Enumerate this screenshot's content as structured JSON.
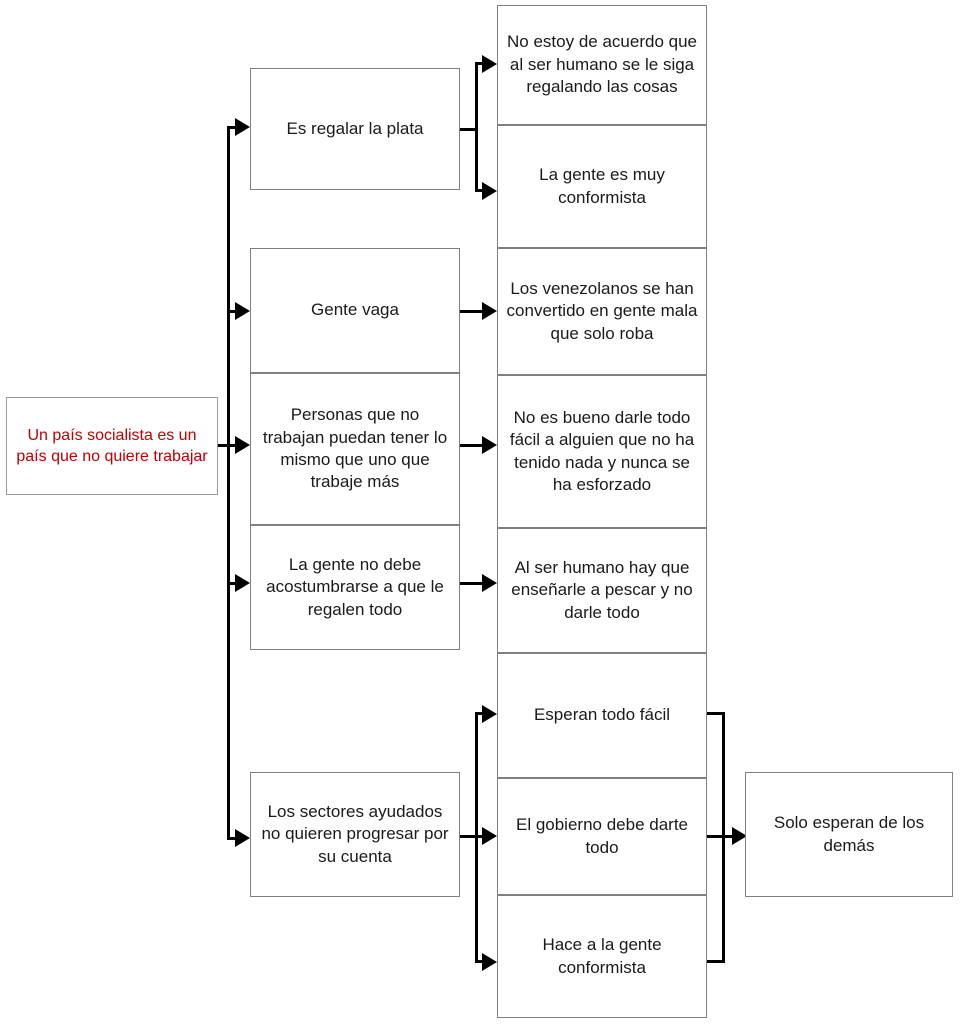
{
  "diagram": {
    "title": "Un país socialista es un país que no quiere trabajar",
    "colors": {
      "root_text": "#c00000",
      "node_text": "#1a1a1a",
      "node_border": "#808080",
      "connector": "#000000",
      "background": "#ffffff"
    },
    "root": {
      "label": "Un país socialista es un país que no quiere trabajar"
    },
    "level2": [
      {
        "id": "l2-1",
        "label": "Es regalar la plata"
      },
      {
        "id": "l2-2",
        "label": "Gente vaga"
      },
      {
        "id": "l2-3",
        "label": "Personas que no trabajan puedan tener lo mismo que uno que trabaje más"
      },
      {
        "id": "l2-4",
        "label": "La gente no debe acostumbrarse a que le regalen todo"
      },
      {
        "id": "l2-5",
        "label": "Los sectores ayudados no quieren progresar por su cuenta"
      }
    ],
    "level3": [
      {
        "id": "l3-1",
        "label": "No estoy de acuerdo que al ser humano se le siga regalando las cosas"
      },
      {
        "id": "l3-2",
        "label": "La gente es muy conformista"
      },
      {
        "id": "l3-3",
        "label": "Los venezolanos se han convertido en gente mala que solo roba"
      },
      {
        "id": "l3-4",
        "label": "No es bueno darle todo fácil a alguien que no ha tenido nada y nunca se ha esforzado"
      },
      {
        "id": "l3-5",
        "label": "Al ser humano hay que enseñarle a pescar y no darle todo"
      },
      {
        "id": "l3-6",
        "label": "Esperan todo fácil"
      },
      {
        "id": "l3-7",
        "label": "El gobierno debe darte todo"
      },
      {
        "id": "l3-8",
        "label": "Hace a la gente conformista"
      }
    ],
    "level4": [
      {
        "id": "l4-1",
        "label": "Solo esperan de los demás"
      }
    ]
  }
}
